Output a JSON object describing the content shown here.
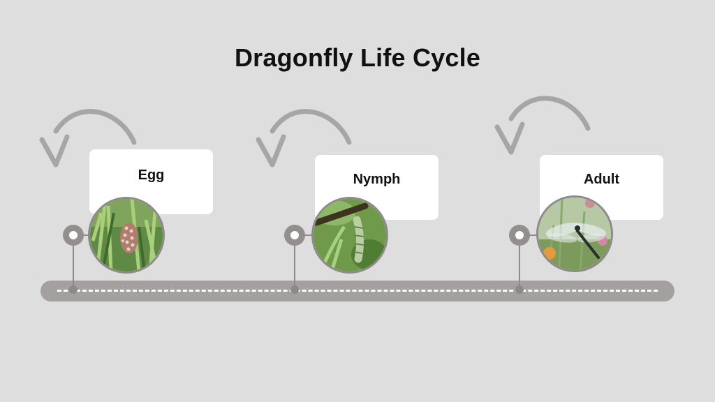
{
  "title": "Dragonfly Life Cycle",
  "stages": [
    {
      "label": "Egg",
      "icon": "egg-photo-icon"
    },
    {
      "label": "Nymph",
      "icon": "nymph-photo-icon"
    },
    {
      "label": "Adult",
      "icon": "adult-dragonfly-photo-icon"
    }
  ],
  "colors": {
    "background": "#dedede",
    "track": "#a4a0a0",
    "connector": "#8e8888",
    "arrow": "#a6a6a6",
    "card": "#ffffff"
  }
}
